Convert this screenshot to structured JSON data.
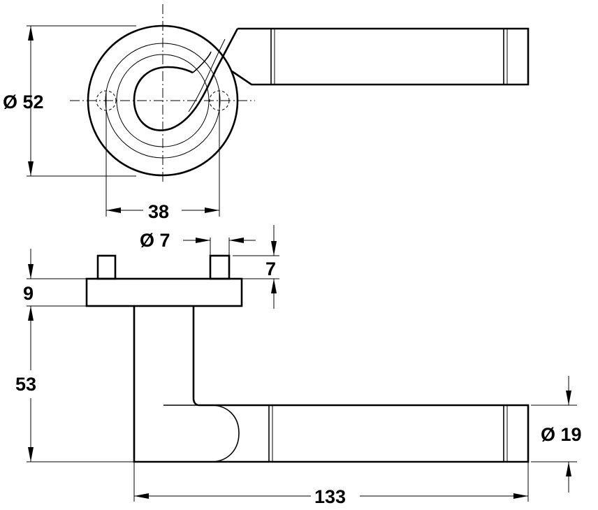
{
  "dimensions": {
    "rose_diameter": "Ø 52",
    "fixing_spacing": "38",
    "pin_diameter": "Ø 7",
    "pin_height": "7",
    "rose_thickness": "9",
    "lever_height": "53",
    "lever_diameter": "Ø 19",
    "lever_length": "133"
  }
}
